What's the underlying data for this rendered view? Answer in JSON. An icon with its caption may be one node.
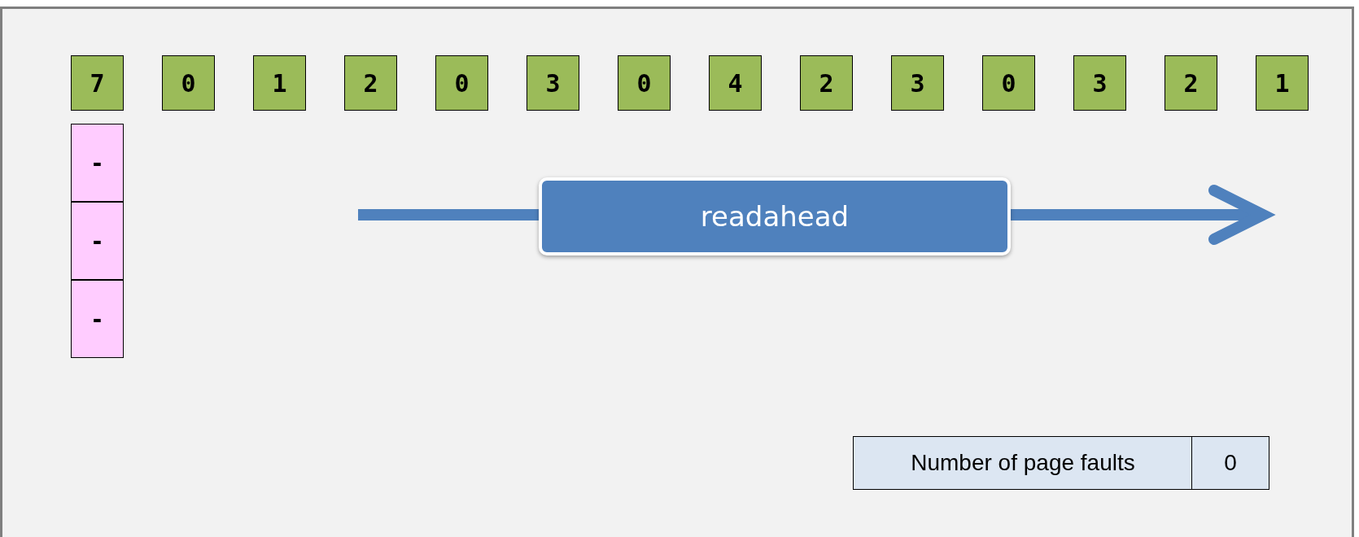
{
  "diagram": {
    "nodes": [
      {
        "text": [
          "7"
        ]
      },
      {
        "text": [
          "0"
        ]
      },
      {
        "text": [
          "1"
        ]
      },
      {
        "text": [
          "2"
        ]
      },
      {
        "text": [
          "0"
        ]
      },
      {
        "text": [
          "3"
        ]
      },
      {
        "text": [
          "0"
        ]
      },
      {
        "text": [
          "4"
        ]
      },
      {
        "text": [
          "2"
        ]
      },
      {
        "text": [
          "3"
        ]
      },
      {
        "text": [
          "0"
        ]
      },
      {
        "text": [
          "3"
        ]
      },
      {
        "text": [
          "2"
        ]
      },
      {
        "text": [
          "1"
        ]
      },
      {
        "text": [
          "-"
        ]
      },
      {
        "text": [
          "-"
        ]
      },
      {
        "text": [
          "-"
        ]
      },
      {
        "text": [
          "readahead"
        ]
      },
      {
        "text": [
          "Number of page faults"
        ]
      },
      {
        "text": [
          "0"
        ]
      }
    ]
  }
}
